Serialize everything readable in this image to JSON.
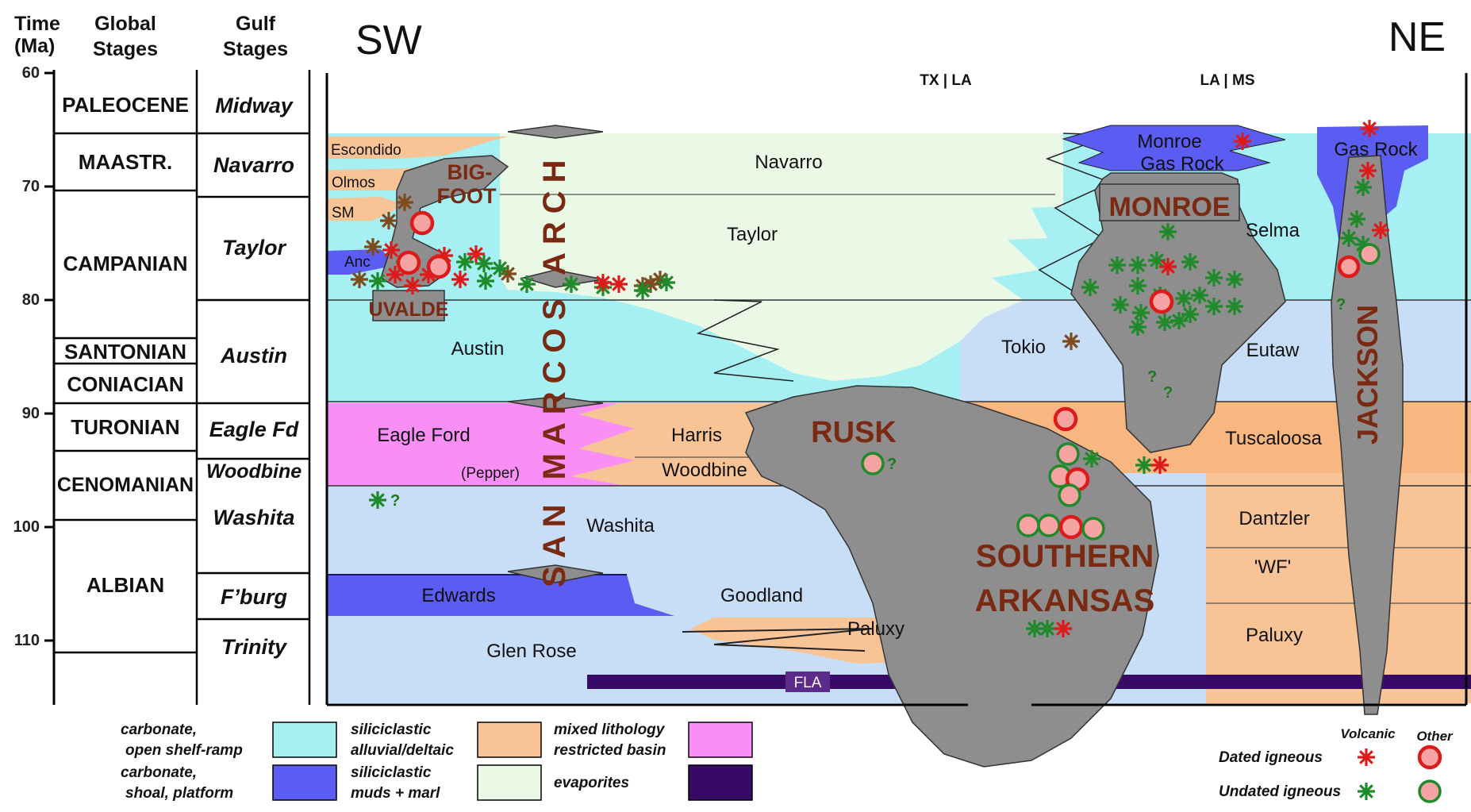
{
  "headers": {
    "time": [
      "Time",
      "(Ma)"
    ],
    "global": [
      "Global",
      "Stages"
    ],
    "gulf": [
      "Gulf",
      "Stages"
    ],
    "sw": "SW",
    "ne": "NE",
    "tx_la": "TX | LA",
    "la_ms": "LA | MS"
  },
  "time_ticks": [
    "60",
    "70",
    "80",
    "90",
    "100",
    "110"
  ],
  "global_stages": [
    "PALEOCENE",
    "MAASTR.",
    "CAMPANIAN",
    "SANTONIAN",
    "CONIACIAN",
    "TURONIAN",
    "CENOMANIAN",
    "ALBIAN"
  ],
  "gulf_stages": [
    "Midway",
    "Navarro",
    "Taylor",
    "Austin",
    "Eagle Fd",
    "Woodbine",
    "Washita",
    "F’burg",
    "Trinity"
  ],
  "units": {
    "escondido": "Escondido",
    "olmos": "Olmos",
    "sm": "SM",
    "anc": "Anc",
    "navarro": "Navarro",
    "taylor": "Taylor",
    "austin": "Austin",
    "tokio": "Tokio",
    "eutaw": "Eutaw",
    "selma": "Selma",
    "eagle_ford": "Eagle Ford",
    "pepper": "(Pepper)",
    "harris": "Harris",
    "woodbine": "Woodbine",
    "tuscaloosa": "Tuscaloosa",
    "washita": "Washita",
    "dantzler": "Dantzler",
    "wf": "'WF'",
    "edwards": "Edwards",
    "goodland": "Goodland",
    "paluxy_mid": "Paluxy",
    "paluxy_right": "Paluxy",
    "glen_rose": "Glen Rose",
    "fla": "FLA",
    "monroe_gas_rock": [
      "Monroe",
      "Gas Rock"
    ],
    "gas_rock": "Gas Rock"
  },
  "intrusions": {
    "bigfoot": [
      "BIG-",
      "FOOT"
    ],
    "uvalde": "UVALDE",
    "san_marcos_arch": "SAN MARCOS ARCH",
    "rusk": "RUSK",
    "southern_arkansas": [
      "SOUTHERN",
      "ARKANSAS"
    ],
    "monroe": "MONROE",
    "jackson": "JACKSON"
  },
  "question_mark": "?",
  "legend": {
    "facies": [
      {
        "label": [
          "carbonate,",
          "open shelf-ramp"
        ],
        "color": "#a6f0f4"
      },
      {
        "label": [
          "carbonate,",
          "shoal, platform"
        ],
        "color": "#5a5cf2"
      },
      {
        "label": [
          "siliciclastic",
          "alluvial/deltaic"
        ],
        "color": "#f8c495"
      },
      {
        "label": [
          "siliciclastic",
          "muds + marl"
        ],
        "color": "#eaf8e6"
      },
      {
        "label": [
          "mixed lithology",
          "restricted basin"
        ],
        "color": "#f98ef5"
      },
      {
        "label": [
          "evaporites"
        ],
        "color": "#380a68"
      }
    ],
    "igneous": {
      "volcanic": "Volcanic",
      "other": "Other",
      "dated": "Dated igneous",
      "undated": "Undated igneous"
    }
  },
  "colors": {
    "carbonate_open": "#a6f0f4",
    "carbonate_shoal": "#5a5cf2",
    "alluvial": "#f8c495",
    "muds_marl": "#eaf8e6",
    "restricted": "#f98ef5",
    "evaporites": "#380a68",
    "light_blue": "#c8def6",
    "mixed_orange": "#f8b680",
    "intrusion_gray": "#8e8e8e",
    "intrusion_label": "#7a2a12",
    "dated_red": "#dd1b1b",
    "undated_green": "#1f8a2a",
    "brown_star": "#7e4b1e",
    "circle_fill": "#f6a3a3"
  }
}
